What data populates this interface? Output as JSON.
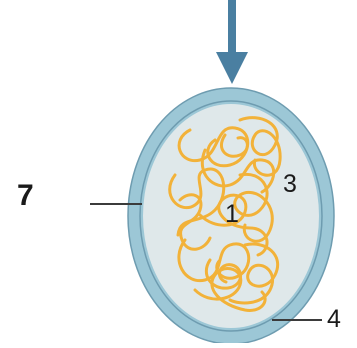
{
  "diagram": {
    "labels": {
      "outer_wall": "7",
      "nucleoid": "1",
      "cytoplasm": "3",
      "membrane": "4"
    },
    "colors": {
      "arrow": "#4a7fa1",
      "wall_fill": "#9cc7d6",
      "wall_stroke": "#6e9cb0",
      "cytoplasm_fill": "#dfe8ea",
      "dna": "#f2b239",
      "pointer": "#3b3b3b",
      "label_text": "#1a1a1a"
    },
    "icons": {
      "top_arrow": "down-arrow-icon"
    }
  }
}
